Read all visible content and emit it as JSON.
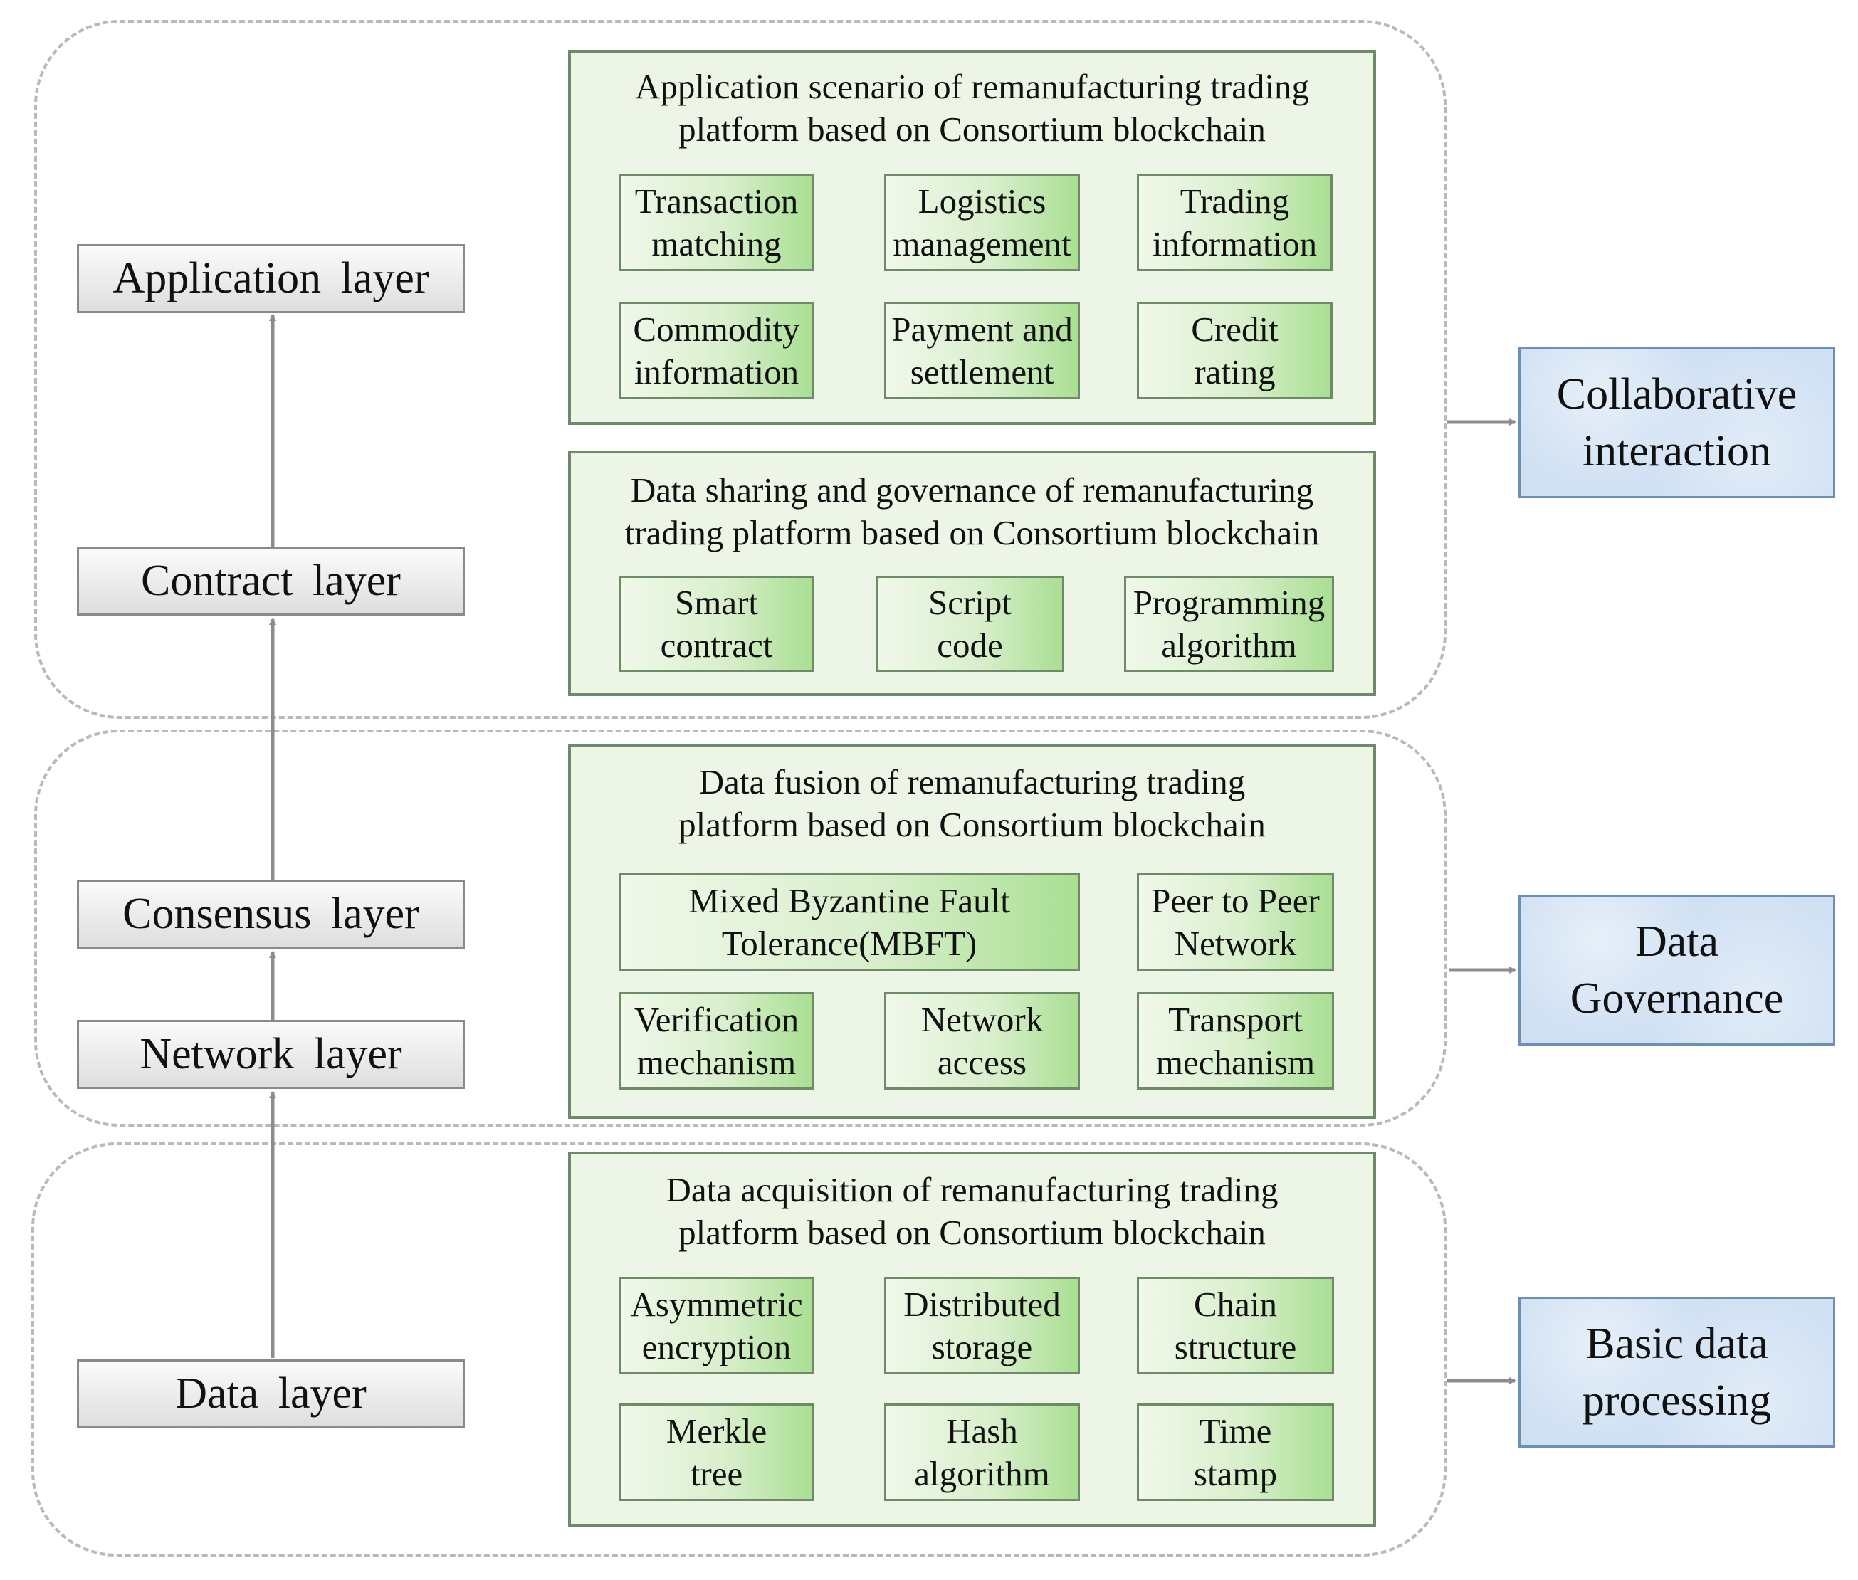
{
  "layers": {
    "application": "Application layer",
    "contract": "Contract layer",
    "consensus": "Consensus layer",
    "network": "Network layer",
    "data": "Data layer"
  },
  "panels": {
    "application_scenario": {
      "title": "Application scenario of remanufacturing trading\nplatform based on Consortium blockchain",
      "items": [
        "Transaction\nmatching",
        "Logistics\nmanagement",
        "Trading\ninformation",
        "Commodity\ninformation",
        "Payment and\nsettlement",
        "Credit\nrating"
      ]
    },
    "data_sharing": {
      "title": "Data sharing and governance of remanufacturing\ntrading platform based on Consortium blockchain",
      "items": [
        "Smart\ncontract",
        "Script\ncode",
        "Programming\nalgorithm"
      ]
    },
    "data_fusion": {
      "title": "Data fusion of remanufacturing trading\nplatform based on Consortium blockchain",
      "items": [
        "Mixed Byzantine Fault\nTolerance(MBFT)",
        "Peer to Peer\nNetwork",
        "Verification\nmechanism",
        "Network\naccess",
        "Transport\nmechanism"
      ]
    },
    "data_acquisition": {
      "title": "Data acquisition of remanufacturing trading\nplatform based on Consortium blockchain",
      "items": [
        "Asymmetric\nencryption",
        "Distributed\nstorage",
        "Chain\nstructure",
        "Merkle\ntree",
        "Hash\nalgorithm",
        "Time\nstamp"
      ]
    }
  },
  "outcomes": {
    "collaborative": "Collaborative\ninteraction",
    "governance": "Data\nGovernance",
    "basic": "Basic data\nprocessing"
  },
  "colors": {
    "panel_fill": "#ecf5e6",
    "item_green": "#a9df93",
    "outcome_blue": "#cfe0f3",
    "arrow_gray": "#8c8c8c"
  }
}
